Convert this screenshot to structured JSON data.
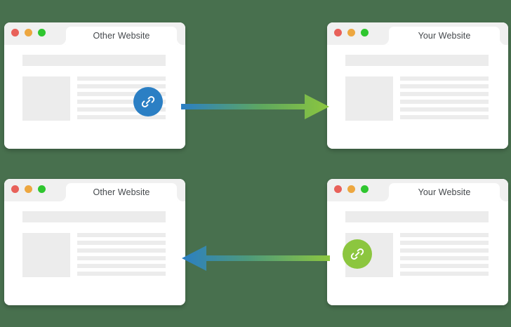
{
  "background_color": "#48704E",
  "windows": [
    {
      "id": "top-left",
      "tab_label": "Other Website",
      "position": "top-left",
      "badge": {
        "present": true,
        "color": "#2B7FC4",
        "icon": "link-icon",
        "position": "over-text-right"
      },
      "content": {
        "header_bar": true,
        "thumbnail": true,
        "text_lines": 6
      },
      "traffic_lights": [
        "#E8615A",
        "#EDA740",
        "#2FC62F"
      ]
    },
    {
      "id": "top-right",
      "tab_label": "Your Website",
      "position": "top-right",
      "badge": {
        "present": false
      },
      "content": {
        "header_bar": true,
        "thumbnail": true,
        "text_lines": 6
      },
      "traffic_lights": [
        "#E8615A",
        "#EDA740",
        "#2FC62F"
      ]
    },
    {
      "id": "bottom-left",
      "tab_label": "Other Website",
      "position": "bottom-left",
      "badge": {
        "present": false
      },
      "content": {
        "header_bar": true,
        "thumbnail": true,
        "text_lines": 6
      },
      "traffic_lights": [
        "#E8615A",
        "#EDA740",
        "#2FC62F"
      ]
    },
    {
      "id": "bottom-right",
      "tab_label": "Your Website",
      "position": "bottom-right",
      "badge": {
        "present": true,
        "color": "#8CC63F",
        "icon": "link-icon",
        "position": "over-thumbnail-left"
      },
      "content": {
        "header_bar": true,
        "thumbnail": true,
        "text_lines": 6
      },
      "traffic_lights": [
        "#E8615A",
        "#EDA740",
        "#2FC62F"
      ]
    }
  ],
  "arrows": [
    {
      "id": "inbound-link-arrow",
      "direction": "right",
      "from": "top-left",
      "to": "top-right",
      "tail_color": "#2B7FC4",
      "head_color": "#8CC63F"
    },
    {
      "id": "outbound-link-arrow",
      "direction": "left",
      "from": "bottom-right",
      "to": "bottom-left",
      "tail_color": "#8CC63F",
      "head_color": "#2B7FC4"
    }
  ],
  "palette": {
    "chrome_gray": "#F0F0F0",
    "placeholder_gray": "#ECECEC",
    "tab_text": "#44484C",
    "window_white": "#FFFFFF"
  }
}
